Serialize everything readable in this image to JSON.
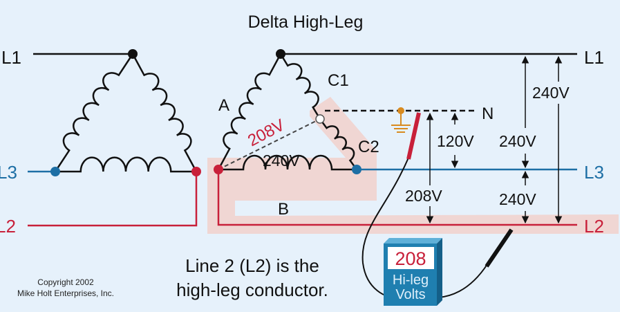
{
  "title": "Delta High-Leg",
  "lines": {
    "l1": "L1",
    "l2": "L2",
    "l3": "L3",
    "n": "N"
  },
  "windings": {
    "a": "A",
    "b": "B",
    "c1": "C1",
    "c2": "C2"
  },
  "voltages": {
    "a_diag": "208V",
    "b_winding": "240V",
    "n_to_l2": "208V",
    "n_to_l3": "120V",
    "l1_to_l3": "240V",
    "l3_to_l2": "240V",
    "l1_to_l2": "240V"
  },
  "meter": {
    "reading": "208",
    "label_1": "Hi-leg",
    "label_2": "Volts"
  },
  "caption": {
    "line1": "Line 2 (L2) is the",
    "line2": "high-leg conductor."
  },
  "copyright": {
    "line1": "Copyright 2002",
    "line2": "Mike Holt Enterprises, Inc."
  },
  "colors": {
    "background": "#e6f1fb",
    "l2": "#c8203a",
    "l3": "#1d6fa5",
    "highlight": "#f0d6d3",
    "ground": "#d88a1e",
    "meter": "#1f7fb0"
  }
}
